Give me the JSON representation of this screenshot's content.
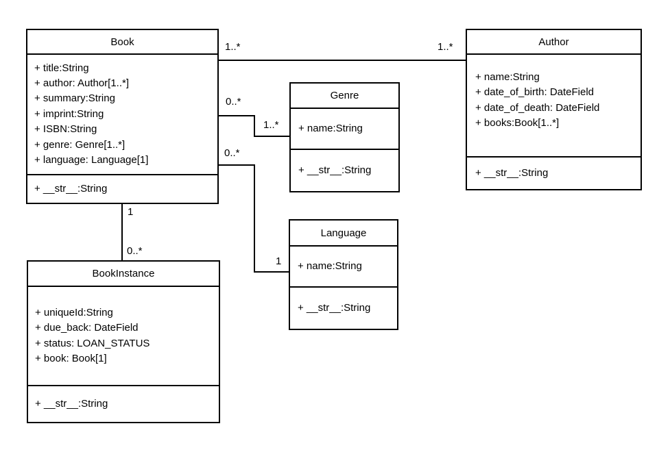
{
  "diagram": {
    "type": "uml-class-diagram",
    "background_color": "#ffffff",
    "line_color": "#000000",
    "text_color": "#000000",
    "classes": [
      {
        "name": "Book",
        "attributes": [
          "+ title:String",
          "+ author: Author[1..*]",
          "+ summary:String",
          "+ imprint:String",
          "+ ISBN:String",
          "+ genre: Genre[1..*]",
          "+ language: Language[1]"
        ],
        "methods": [
          "+ __str__:String"
        ]
      },
      {
        "name": "Author",
        "attributes": [
          "+ name:String",
          "+ date_of_birth: DateField",
          "+ date_of_death: DateField",
          "+ books:Book[1..*]"
        ],
        "methods": [
          "+ __str__:String"
        ]
      },
      {
        "name": "Genre",
        "attributes": [
          "+ name:String"
        ],
        "methods": [
          "+ __str__:String"
        ]
      },
      {
        "name": "Language",
        "attributes": [
          "+ name:String"
        ],
        "methods": [
          "+ __str__:String"
        ]
      },
      {
        "name": "BookInstance",
        "attributes": [
          "+ uniqueId:String",
          "+ due_back: DateField",
          "+ status: LOAN_STATUS",
          "+ book: Book[1]"
        ],
        "methods": [
          "+ __str__:String"
        ]
      }
    ],
    "associations": [
      {
        "from": "Book",
        "to": "Author",
        "from_multiplicity": "1..*",
        "to_multiplicity": "1..*"
      },
      {
        "from": "Book",
        "to": "Genre",
        "from_multiplicity": "0..*",
        "to_multiplicity": "1..*"
      },
      {
        "from": "Book",
        "to": "Language",
        "from_multiplicity": "0..*",
        "to_multiplicity": "1"
      },
      {
        "from": "Book",
        "to": "BookInstance",
        "from_multiplicity": "1",
        "to_multiplicity": "0..*"
      }
    ]
  }
}
